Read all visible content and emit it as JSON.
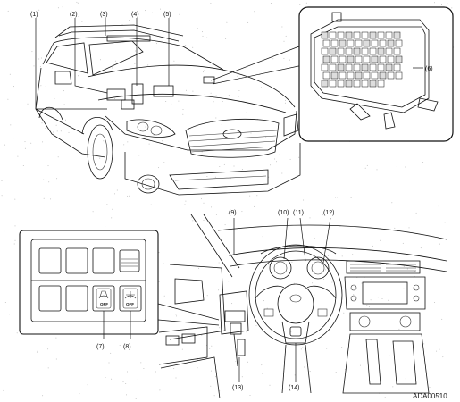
{
  "diagram_code": "ADA00510",
  "callouts": {
    "c1": "(1)",
    "c2": "(2)",
    "c3": "(3)",
    "c4": "(4)",
    "c5": "(5)",
    "c6": "(6)",
    "c7": "(7)",
    "c8": "(8)",
    "c9": "(9)",
    "c10": "(10)",
    "c11": "(11)",
    "c12": "(12)",
    "c13": "(13)",
    "c14": "(14)"
  },
  "switches": {
    "left_off": "OFF",
    "right_off": "OFF"
  },
  "colors": {
    "line": "#111111",
    "background": "#ffffff",
    "stipple": "#bbbbbb"
  }
}
